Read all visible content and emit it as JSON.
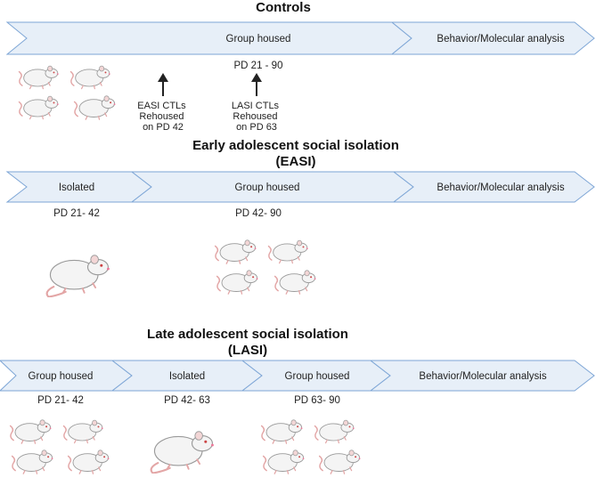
{
  "colors": {
    "segment_fill": "#e7eff8",
    "segment_stroke": "#7ea6d6",
    "rat_body": "#f4f4f4",
    "rat_outline": "#9a9a9a",
    "rat_tail": "#e3a6a6",
    "arrow": "#222222"
  },
  "controls": {
    "title": "Controls",
    "segments": [
      "Group housed",
      "Behavior/Molecular analysis"
    ],
    "pd_label": "PD 21 - 90",
    "notes": [
      {
        "lines": [
          "EASI CTLs",
          "Rehoused",
          "on PD 42"
        ]
      },
      {
        "lines": [
          "LASI CTLs",
          "Rehoused",
          "on PD 63"
        ]
      }
    ]
  },
  "easi": {
    "title_line1": "Early adolescent social isolation",
    "title_line2": "(EASI)",
    "segments": [
      "Isolated",
      "Group housed",
      "Behavior/Molecular analysis"
    ],
    "pd_labels": [
      "PD 21- 42",
      "PD 42- 90"
    ]
  },
  "lasi": {
    "title_line1": "Late adolescent social isolation",
    "title_line2": "(LASI)",
    "segments": [
      "Group housed",
      "Isolated",
      "Group housed",
      "Behavior/Molecular analysis"
    ],
    "pd_labels": [
      "PD 21- 42",
      "PD 42- 63",
      "PD 63- 90"
    ]
  }
}
